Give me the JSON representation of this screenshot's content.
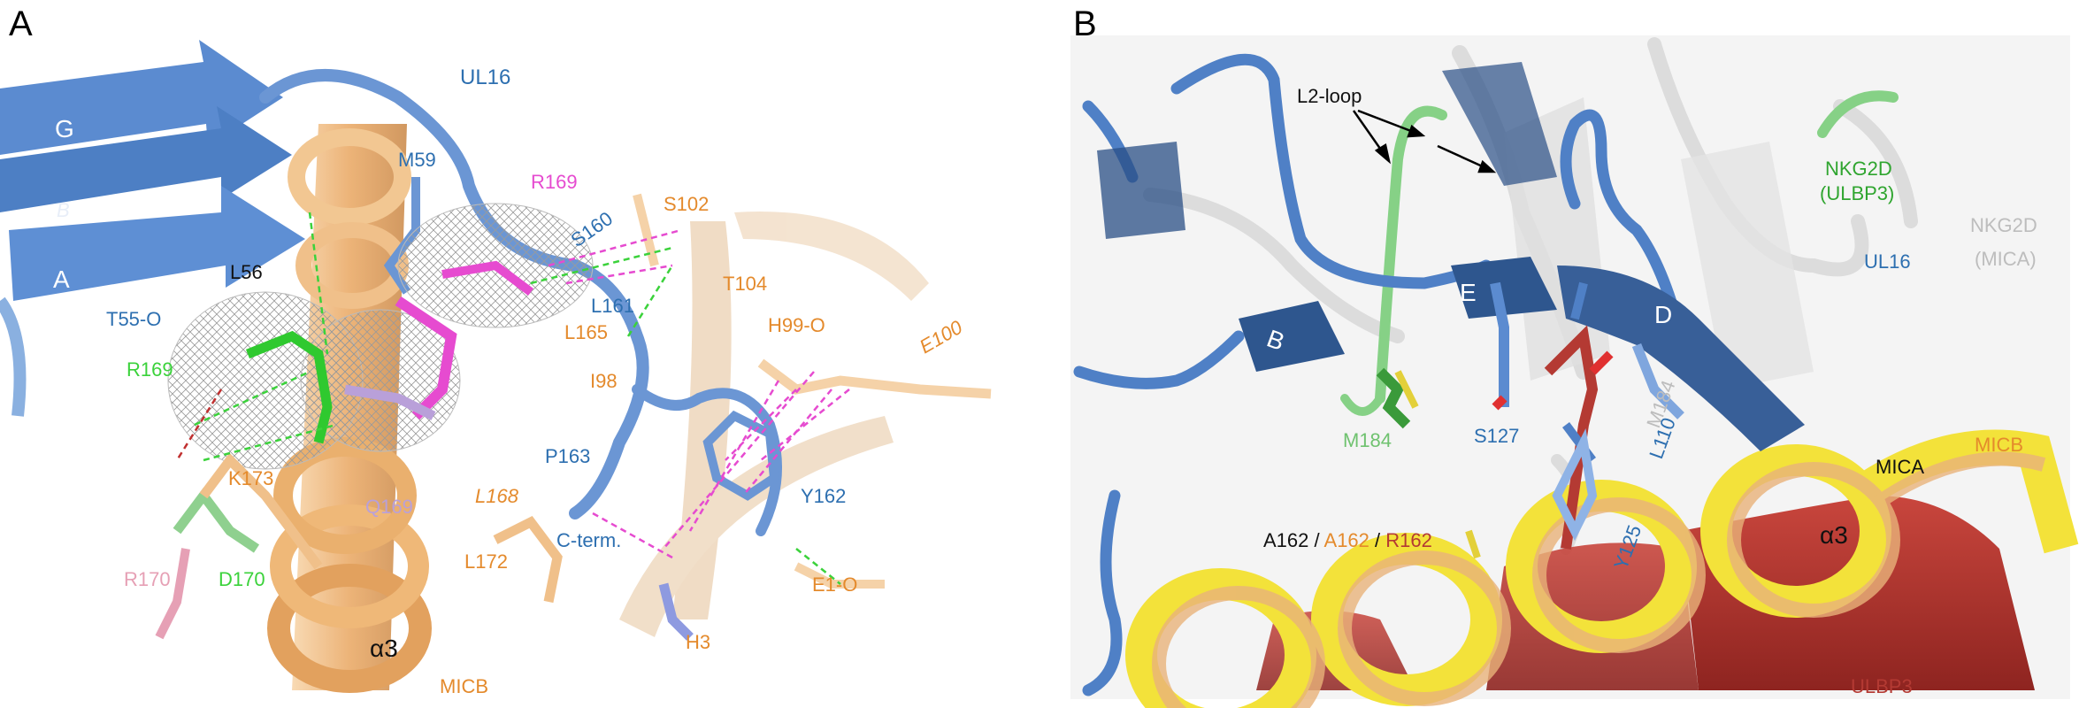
{
  "colors": {
    "ul16": "#4f80c6",
    "ul16_dark": "#1b3a66",
    "micb": "#f0b87a",
    "micb_light": "#f5dcc0",
    "mica": "#f3e23a",
    "ulbp3": "#b43a33",
    "nkg2d_ulbp3": "#73c66f",
    "nkg2d_mica": "#cfcfcf",
    "magenta": "#e64bd0",
    "green": "#3bd23b",
    "orange_text": "#e48a2c",
    "blue_text": "#2d6fb0",
    "lavender": "#b9a0d9",
    "pink": "#e6a0b5"
  },
  "panelA": {
    "letter": "A",
    "labels": {
      "ul16": "UL16",
      "strand_g": "G",
      "strand_b": "B",
      "strand_a": "A",
      "m59": "M59",
      "r169_magenta": "R169",
      "s160": "S160",
      "s102": "S102",
      "l56": "L56",
      "t104": "T104",
      "l161": "L161",
      "t55o": "T55-O",
      "h99o": "H99-O",
      "e100": "E100",
      "l165": "L165",
      "r169_green": "R169",
      "i98": "I98",
      "k173": "K173",
      "p163": "P163",
      "y162": "Y162",
      "q169": "Q169",
      "l168": "L168",
      "c_term": "C-term.",
      "l172": "L172",
      "r170": "R170",
      "d170": "D170",
      "e1o": "E1-O",
      "h3": "H3",
      "alpha3": "α3",
      "micb": "MICB"
    }
  },
  "panelB": {
    "letter": "B",
    "labels": {
      "l2_loop": "L2-loop",
      "nkg2d_ulbp3_l1": "NKG2D",
      "nkg2d_ulbp3_l2": "(ULBP3)",
      "nkg2d_mica_l1": "NKG2D",
      "nkg2d_mica_l2": "(MICA)",
      "ul16": "UL16",
      "strand_e": "E",
      "strand_d": "D",
      "strand_b": "B",
      "m184_grey": "M184",
      "m184_green": "M184",
      "s127": "S127",
      "l110": "L110",
      "micb": "MICB",
      "mica": "MICA",
      "alpha3": "α3",
      "y125": "Y125",
      "a162_black": "A162 / ",
      "a162_orange": "A162",
      "slash2": " / ",
      "r162_red": "R162",
      "ulbp3": "ULBP3"
    }
  }
}
